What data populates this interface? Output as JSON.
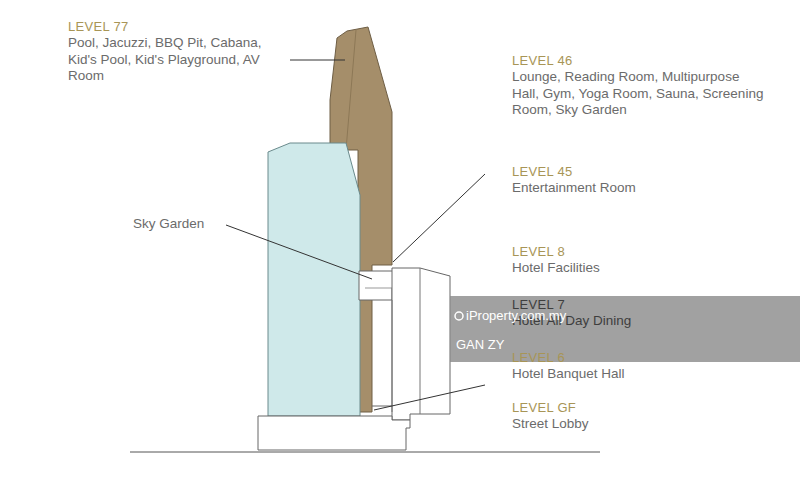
{
  "diagram": {
    "labels": [
      "LEVEL 77",
      "Pool, Jacuzzi, BBQ Pit, Cabana, Kid's Pool, Kid's Playground, AV Room",
      "LEVEL 46",
      "Lounge, Reading Room, Multipurpose Hall, Gym, Yoga Room, Sauna, Screening Room, Sky Garden",
      "LEVEL 45",
      "Entertainment Room",
      "Sky Garden",
      "LEVEL 8",
      "Hotel Facilities",
      "LEVEL 7",
      "Hotel All Day Dining",
      "LEVEL 6",
      "Hotel Banquet Hall",
      "LEVEL GF",
      "Street Lobby",
      "iProperty.com.my",
      "GAN ZY"
    ]
  }
}
